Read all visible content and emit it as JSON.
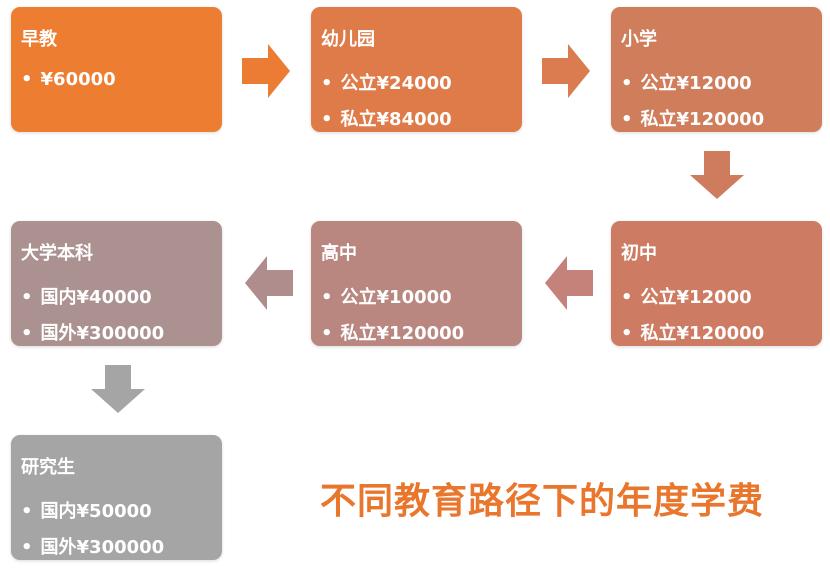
{
  "stages": [
    {
      "title": "早教",
      "items": [
        "¥60000"
      ],
      "color": "#ed7d31"
    },
    {
      "title": "幼儿园",
      "items": [
        "公立¥24000",
        "私立¥84000"
      ],
      "color": "#df7b48"
    },
    {
      "title": "小学",
      "items": [
        "公立¥12000",
        "私立¥120000"
      ],
      "color": "#d07d5c"
    },
    {
      "title": "初中",
      "items": [
        "公立¥12000",
        "私立¥120000"
      ],
      "color": "#cd7c63"
    },
    {
      "title": "高中",
      "items": [
        "公立¥10000",
        "私立¥120000"
      ],
      "color": "#b9877f"
    },
    {
      "title": "大学本科",
      "items": [
        "国内¥40000",
        "国外¥300000"
      ],
      "color": "#ab9190"
    },
    {
      "title": "研究生",
      "items": [
        "国内¥50000",
        "国外¥300000"
      ],
      "color": "#a5a5a5"
    }
  ],
  "bullet": "•",
  "arrow_colors": [
    "#ec7c33",
    "#da7b50",
    "#cf7c5e",
    "#c4827a",
    "#b08d8d",
    "#a5a5a5"
  ],
  "main_title": "不同教育路径下的年度学费"
}
